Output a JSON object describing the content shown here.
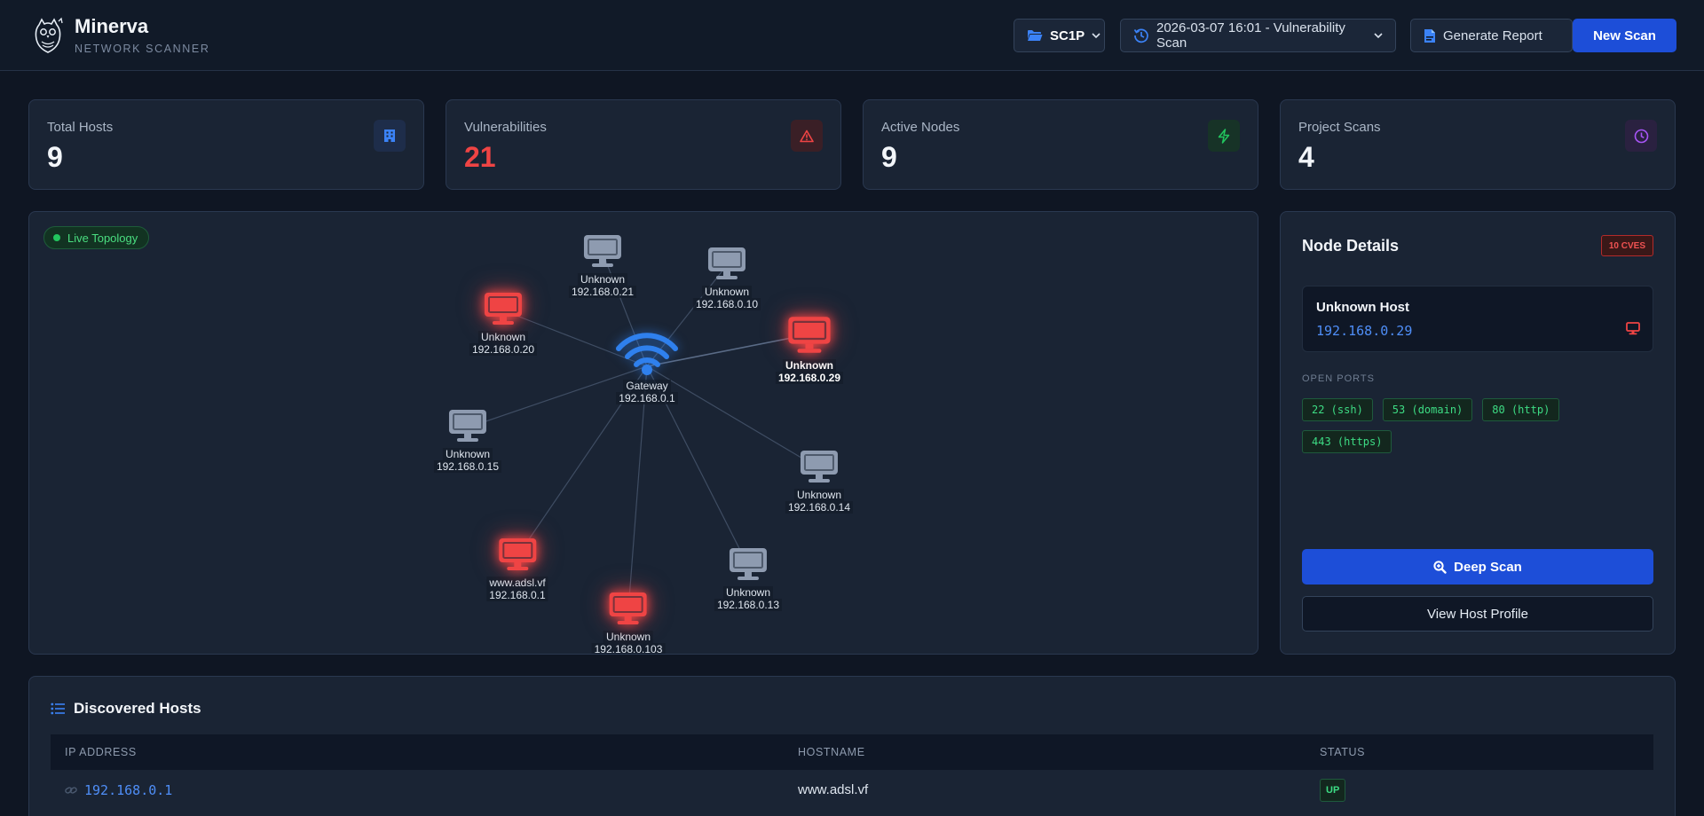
{
  "app": {
    "name": "Minerva",
    "subtitle": "NETWORK SCANNER"
  },
  "header": {
    "project_label": "SC1P",
    "scan_selector_label": "2026-03-07 16:01 - Vulnerability Scan",
    "generate_report_label": "Generate Report",
    "new_scan_label": "New Scan"
  },
  "stats": [
    {
      "label": "Total Hosts",
      "value": "9",
      "icon": "building-icon",
      "color": "#3b82f6"
    },
    {
      "label": "Vulnerabilities",
      "value": "21",
      "icon": "warning-icon",
      "color": "#ef4444"
    },
    {
      "label": "Active Nodes",
      "value": "9",
      "icon": "bolt-icon",
      "color": "#22c55e"
    },
    {
      "label": "Project Scans",
      "value": "4",
      "icon": "clock-icon",
      "color": "#a855f7"
    }
  ],
  "topology": {
    "badge": "Live Topology",
    "gateway": {
      "name": "Gateway",
      "ip": "192.168.0.1"
    },
    "nodes": [
      {
        "name": "Unknown",
        "ip": "192.168.0.21",
        "vulnerable": false,
        "selected": false
      },
      {
        "name": "Unknown",
        "ip": "192.168.0.10",
        "vulnerable": false,
        "selected": false
      },
      {
        "name": "Unknown",
        "ip": "192.168.0.20",
        "vulnerable": true,
        "selected": false
      },
      {
        "name": "Unknown",
        "ip": "192.168.0.29",
        "vulnerable": true,
        "selected": true
      },
      {
        "name": "Unknown",
        "ip": "192.168.0.15",
        "vulnerable": false,
        "selected": false
      },
      {
        "name": "Unknown",
        "ip": "192.168.0.14",
        "vulnerable": false,
        "selected": false
      },
      {
        "name": "www.adsl.vf",
        "ip": "192.168.0.1",
        "vulnerable": true,
        "selected": false
      },
      {
        "name": "Unknown",
        "ip": "192.168.0.13",
        "vulnerable": false,
        "selected": false
      },
      {
        "name": "Unknown",
        "ip": "192.168.0.103",
        "vulnerable": true,
        "selected": false
      }
    ]
  },
  "details": {
    "title": "Node Details",
    "cve_badge": "10 CVES",
    "host_name": "Unknown Host",
    "host_ip": "192.168.0.29",
    "open_ports_label": "OPEN PORTS",
    "ports": [
      "22 (ssh)",
      "53 (domain)",
      "80 (http)",
      "443 (https)"
    ],
    "deep_scan_label": "Deep Scan",
    "view_profile_label": "View Host Profile"
  },
  "hosts": {
    "title": "Discovered Hosts",
    "columns": [
      "IP ADDRESS",
      "HOSTNAME",
      "STATUS"
    ],
    "rows": [
      {
        "ip": "192.168.0.1",
        "hostname": "www.adsl.vf",
        "status": "UP"
      }
    ]
  },
  "colors": {
    "accent": "#1d4ed8",
    "vulnerable": "#ef4444",
    "safe_node": "#8e9bb0",
    "gateway": "#2f80ed",
    "success": "#3ddc84"
  }
}
